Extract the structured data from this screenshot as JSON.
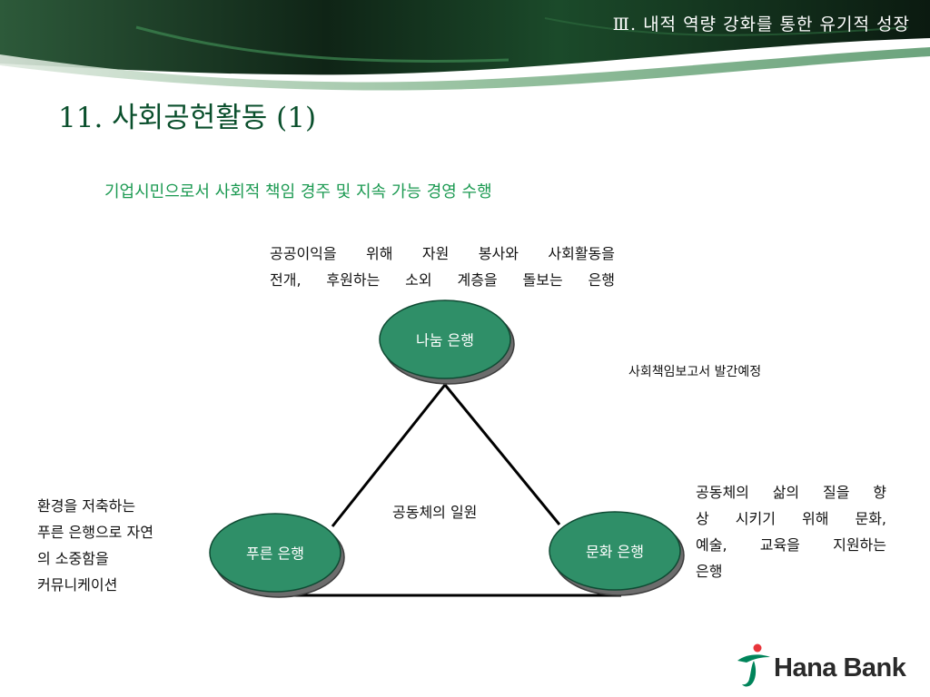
{
  "header": {
    "section_label": "Ⅲ. 내적 역량 강화를 통한 유기적 성장"
  },
  "slide": {
    "title": "11. 사회공헌활동 (1)",
    "subtitle": "기업시민으로서 사회적 책임 경주 및 지속 가능 경영 수행"
  },
  "diagram": {
    "nodes": {
      "top": {
        "label": "나눔 은행",
        "description": [
          "공공이익을 위해 자원 봉사와 사회활동을",
          "전개, 후원하는 소외 계층을 돌보는 은행"
        ]
      },
      "left": {
        "label": "푸른 은행",
        "description": [
          "환경을 저축하는",
          "푸른 은행으로 자연",
          "의 소중함을",
          "커뮤니케이션"
        ]
      },
      "right": {
        "label": "문화 은행",
        "description": [
          "공동체의 삶의 질을 향",
          "상 시키기 위해 문화,",
          "예술, 교육을 지원하는",
          "은행"
        ]
      }
    },
    "center_label": "공동체의 일원",
    "note": "사회책임보고서 발간예정",
    "colors": {
      "node_fill": "#2f8f68",
      "node_stroke": "#0f4a33",
      "node_shadow": "#6c6c6c",
      "connector": "#000000"
    }
  },
  "logo": {
    "text": "Hana Bank",
    "icon": "hana-bank-logo-icon",
    "colors": {
      "primary": "#00845a",
      "accent": "#e8353b"
    }
  },
  "colors": {
    "title": "#0a4f2c",
    "subtitle": "#1c9a52",
    "banner_dark": "#0b1a10",
    "banner_green": "#1f6b35"
  }
}
